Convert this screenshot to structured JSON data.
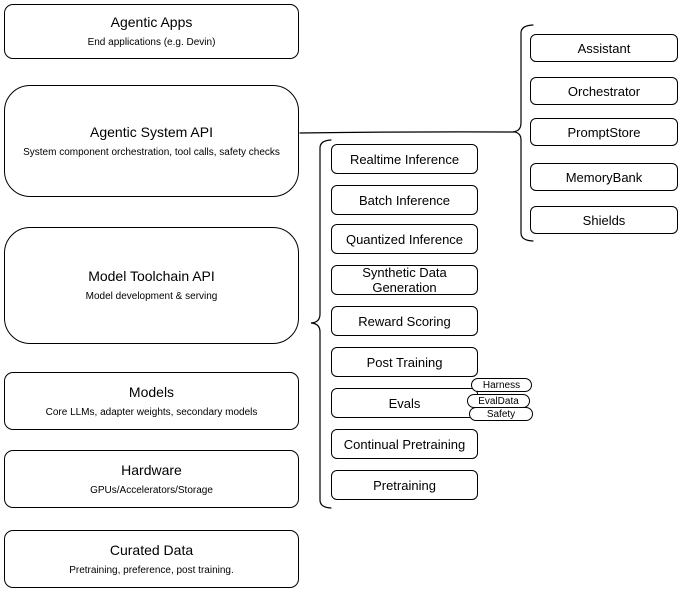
{
  "diagram": {
    "left_stack": [
      {
        "title": "Agentic Apps",
        "subtitle": "End applications (e.g. Devin)"
      },
      {
        "title": "Agentic System API",
        "subtitle": "System component orchestration, tool calls, safety checks"
      },
      {
        "title": "Model Toolchain API",
        "subtitle": "Model development & serving"
      },
      {
        "title": "Models",
        "subtitle": "Core LLMs, adapter weights, secondary models"
      },
      {
        "title": "Hardware",
        "subtitle": "GPUs/Accelerators/Storage"
      },
      {
        "title": "Curated Data",
        "subtitle": "Pretraining, preference, post training."
      }
    ],
    "toolchain_items": [
      "Realtime Inference",
      "Batch Inference",
      "Quantized Inference",
      "Synthetic Data Generation",
      "Reward Scoring",
      "Post Training",
      "Evals",
      "Continual Pretraining",
      "Pretraining"
    ],
    "evals_tags": [
      "Harness",
      "EvalData",
      "Safety"
    ],
    "system_items": [
      "Assistant",
      "Orchestrator",
      "PromptStore",
      "MemoryBank",
      "Shields"
    ],
    "colors": {
      "stroke": "#000000",
      "fill": "#ffffff",
      "background": "#ffffff"
    }
  }
}
